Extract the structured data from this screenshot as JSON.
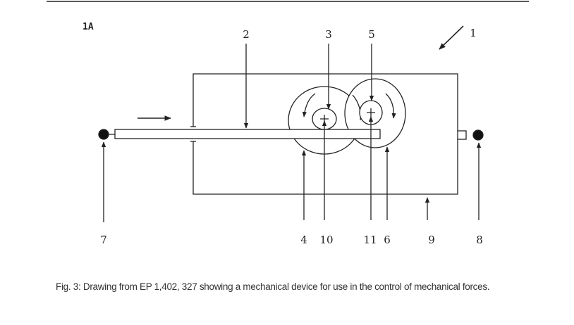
{
  "figure": {
    "figure_label": "1A",
    "reference_numerals": {
      "device": "1",
      "rod": "2",
      "shaft_top_left": "3",
      "gear_left": "4",
      "shaft_top_right": "5",
      "gear_right": "6",
      "left_terminal": "7",
      "right_terminal": "8",
      "housing": "9",
      "axle_left": "10",
      "axle_right": "11"
    }
  },
  "caption": "Fig. 3: Drawing from EP 1,402, 327 showing a mechanical device for use in the control of mechanical forces."
}
